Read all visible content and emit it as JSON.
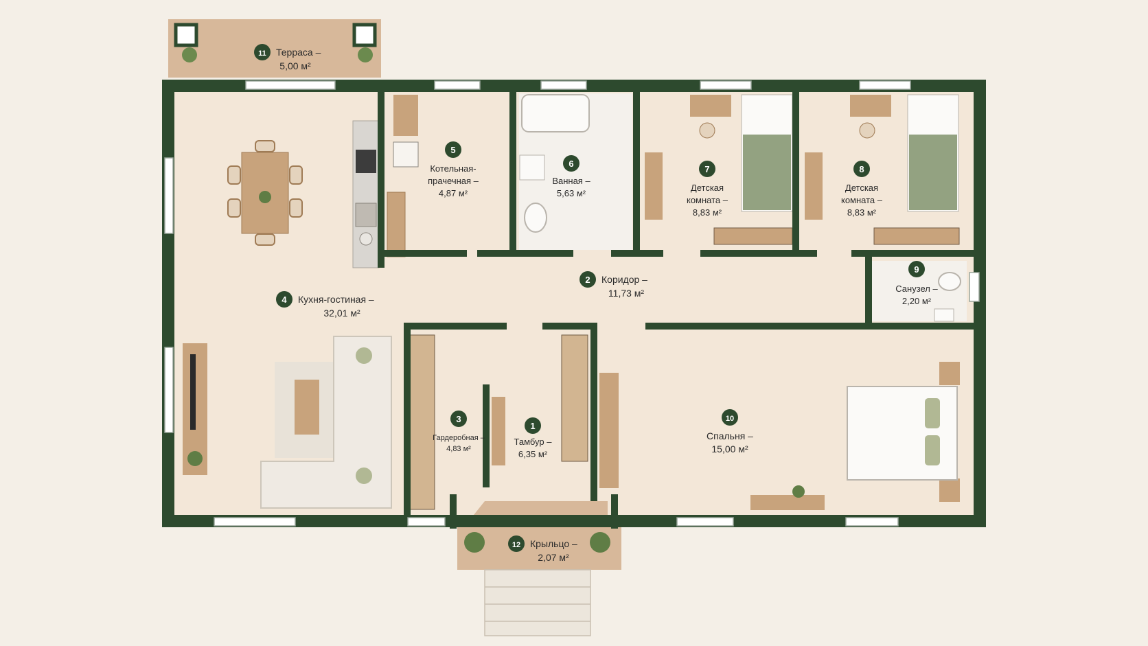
{
  "colors": {
    "wall": "#2d4a2e",
    "floor": "#f3e7d8",
    "tile": "#f4f1ec",
    "deck": "#d7b89a",
    "wood": "#c8a37c",
    "bedding": "#93a281",
    "marker": "#2d4a2e",
    "background": "#f4efe7"
  },
  "rooms": [
    {
      "id": "1",
      "name": "Тамбур –",
      "area": "6,35 м²"
    },
    {
      "id": "2",
      "name": "Коридор –",
      "area": "11,73 м²"
    },
    {
      "id": "3",
      "name": "Гардеробная –",
      "area": "4,83 м²"
    },
    {
      "id": "4",
      "name": "Кухня-гостиная –",
      "area": "32,01 м²"
    },
    {
      "id": "5",
      "name": "Котельная-",
      "name2": "прачечная –",
      "area": "4,87 м²"
    },
    {
      "id": "6",
      "name": "Ванная –",
      "area": "5,63 м²"
    },
    {
      "id": "7",
      "name": "Детская",
      "name2": "комната –",
      "area": "8,83 м²"
    },
    {
      "id": "8",
      "name": "Детская",
      "name2": "комната –",
      "area": "8,83 м²"
    },
    {
      "id": "9",
      "name": "Санузел –",
      "area": "2,20 м²"
    },
    {
      "id": "10",
      "name": "Спальня –",
      "area": "15,00 м²"
    },
    {
      "id": "11",
      "name": "Терраса –",
      "area": "5,00 м²"
    },
    {
      "id": "12",
      "name": "Крыльцо –",
      "area": "2,07 м²"
    }
  ],
  "icons": [
    "dining-table-icon",
    "sofa-icon",
    "bathtub-icon",
    "toilet-icon",
    "sink-icon",
    "single-bed-icon",
    "double-bed-icon",
    "desk-chair-icon",
    "plant-icon",
    "stove-icon",
    "radiator-icon",
    "wardrobe-rail-icon"
  ]
}
